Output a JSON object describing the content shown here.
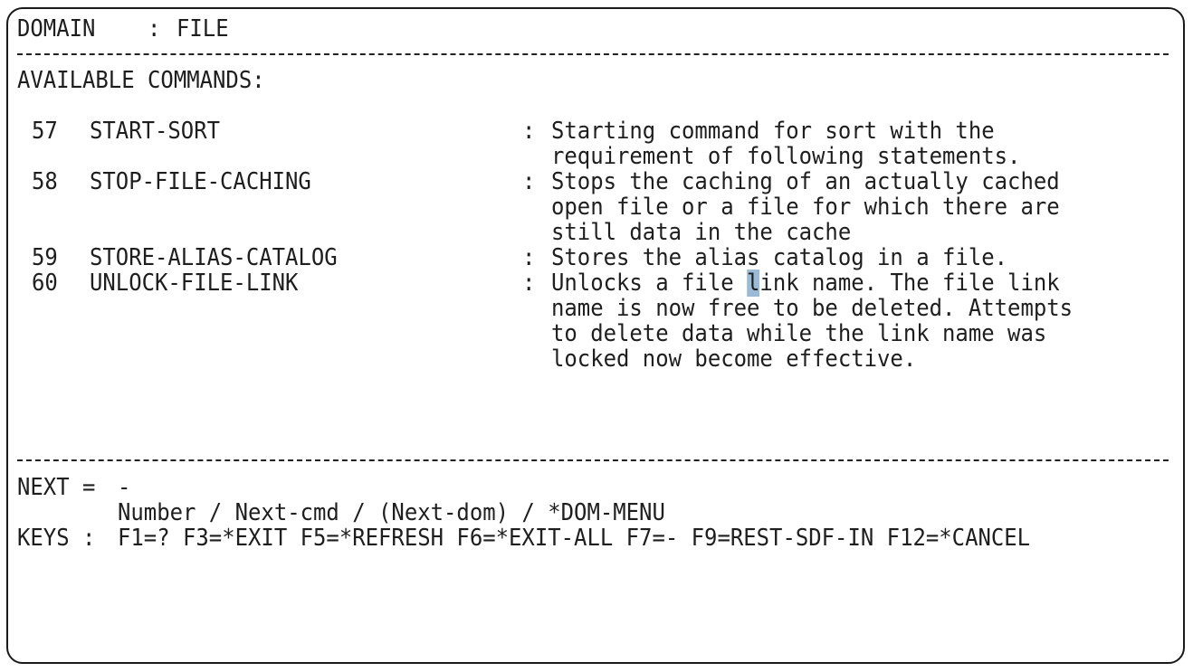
{
  "header": {
    "domain_label": "DOMAIN",
    "domain_sep": ":",
    "domain_value": "FILE"
  },
  "section_title": "AVAILABLE COMMANDS:",
  "commands": [
    {
      "number": "57",
      "name": "START-SORT",
      "sep": ":",
      "desc": [
        "Starting command for sort with the",
        "requirement of following statements."
      ]
    },
    {
      "number": "58",
      "name": "STOP-FILE-CACHING",
      "sep": ":",
      "desc": [
        "Stops the caching of an actually cached",
        "open file or a file for which there are",
        "still data in the cache"
      ]
    },
    {
      "number": "59",
      "name": "STORE-ALIAS-CATALOG",
      "sep": ":",
      "desc": [
        "Stores the alias catalog in a file."
      ]
    },
    {
      "number": "60",
      "name": "UNLOCK-FILE-LINK",
      "sep": ":",
      "desc": [
        "Unlocks a file link name. The file link",
        "name is now free to be deleted. Attempts",
        "to delete data while the link name was",
        "locked now become effective."
      ]
    }
  ],
  "cursor": {
    "before": "Unlocks a file ",
    "char": "l",
    "after": "ink name. The file link"
  },
  "footer": {
    "next_label": "NEXT =",
    "next_value": "-",
    "next_hint": "Number / Next-cmd / (Next-dom) / *DOM-MENU",
    "keys_label": "KEYS :",
    "keys_value": "F1=? F3=*EXIT F5=*REFRESH F6=*EXIT-ALL F7=- F9=REST-SDF-IN F12=*CANCEL"
  },
  "colors": {
    "text": "#1e1e1e",
    "cursor": "#9bbad6",
    "background": "#ffffff"
  }
}
